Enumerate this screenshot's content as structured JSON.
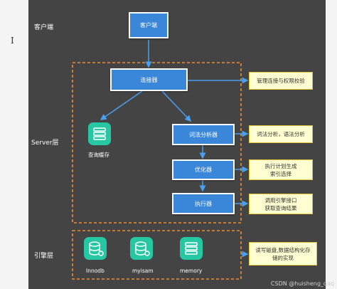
{
  "layers": {
    "client": "客户端",
    "server": "Server层",
    "engine": "引擎层"
  },
  "boxes": {
    "client": "客户端",
    "connector": "连接器",
    "analyzer": "词法分析器",
    "optimizer": "优化器",
    "executor": "执行器"
  },
  "cache_label": "查询缓存",
  "notes": {
    "connector": [
      "管理连接与权限校验"
    ],
    "analyzer": [
      "词法分析，语法分析"
    ],
    "optimizer": [
      "执行计划生成",
      "索引选择"
    ],
    "executor": [
      "调用引擎接口",
      "获取查询结果"
    ],
    "engine": [
      "读写磁盘,数据结构化存",
      "储的实现"
    ]
  },
  "engines": [
    "Innodb",
    "myisam",
    "memory"
  ],
  "watermark": "CSDN @huisheng_qaq",
  "colors": {
    "panel": "#444444",
    "box": "#3a86d8",
    "arrow": "#4a9ff0",
    "dashed": "#f08c2e",
    "note_bg": "#ffffd2",
    "icon": "#26c7a3"
  },
  "icons": [
    "database-stack-icon",
    "database-gear-icon"
  ]
}
